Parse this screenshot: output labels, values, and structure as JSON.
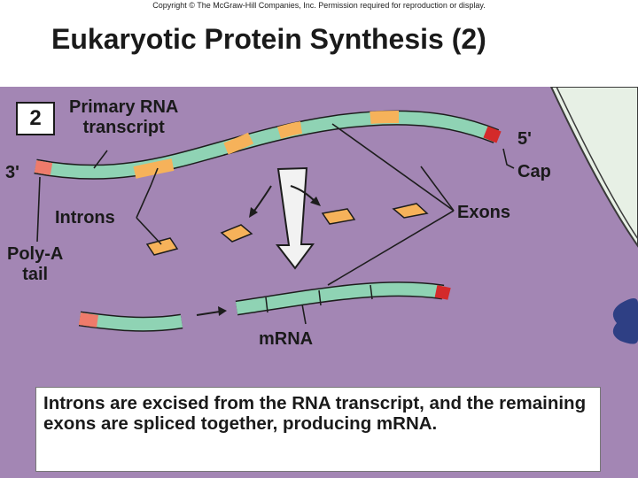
{
  "header": {
    "copyright": "Copyright © The McGraw-Hill Companies, Inc. Permission required for reproduction or display.",
    "title": "Eukaryotic Protein Synthesis (2)"
  },
  "figure": {
    "step_number": "2",
    "labels": {
      "primary_rna_line1": "Primary RNA",
      "primary_rna_line2": "transcript",
      "five_prime": "5'",
      "cap": "Cap",
      "three_prime": "3'",
      "introns": "Introns",
      "exons": "Exons",
      "poly_a_line1": "Poly-A",
      "poly_a_line2": "tail",
      "mrna": "mRNA"
    },
    "caption": "Introns are excised from the RNA transcript, and the remaining exons are spliced together, producing mRNA.",
    "colors": {
      "background": "#a386b4",
      "exon": "#8fd3b4",
      "intron": "#f6b25a",
      "cap": "#d42a2a",
      "poly_a": "#ef7b6b"
    }
  }
}
